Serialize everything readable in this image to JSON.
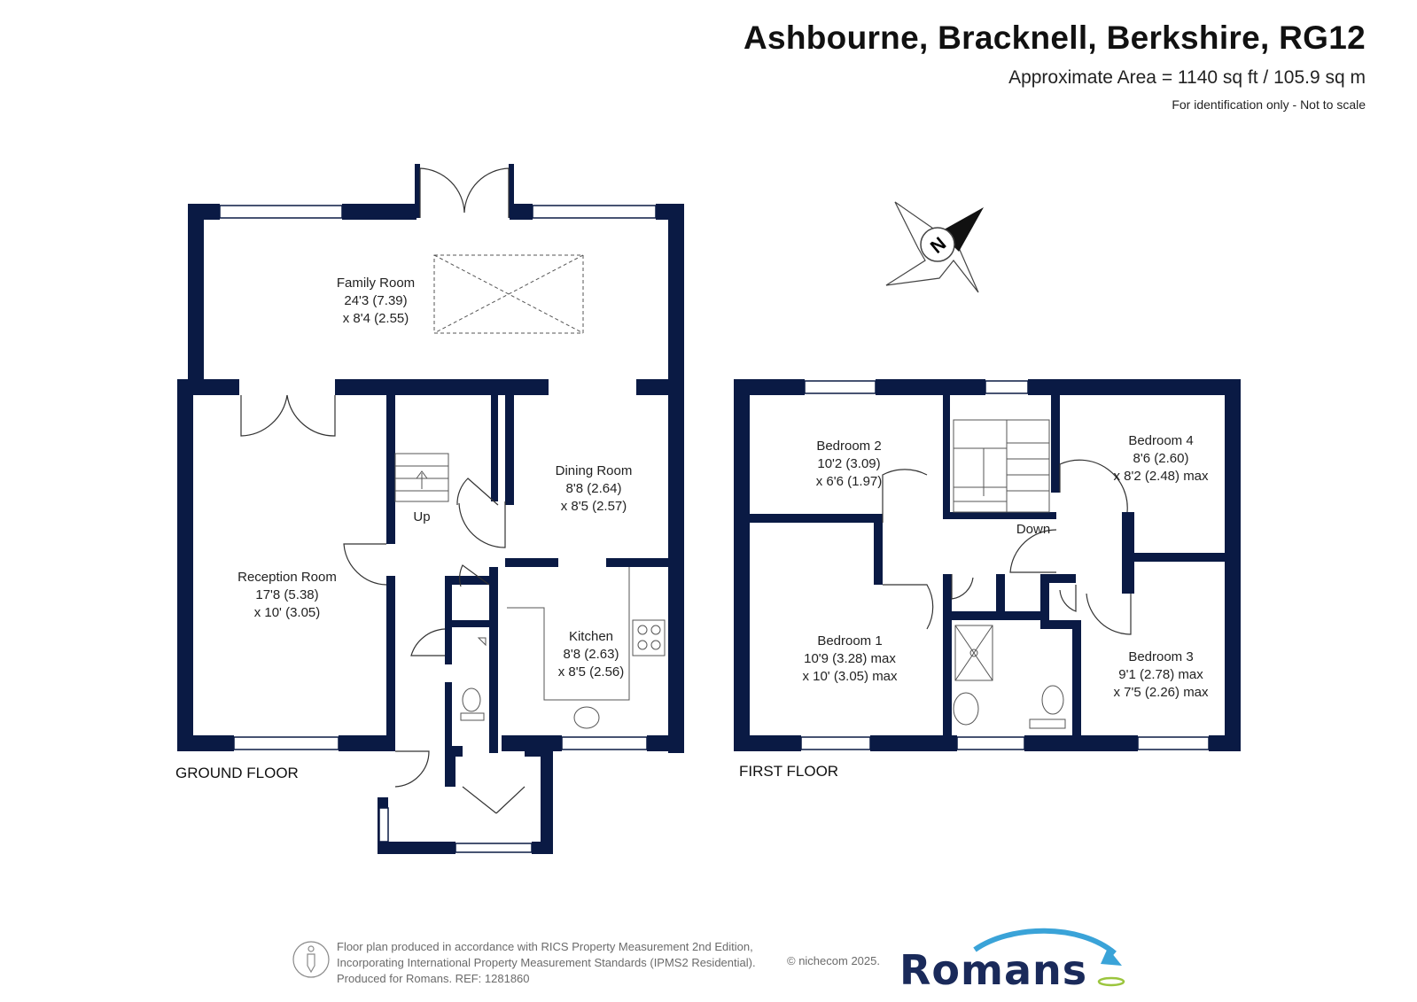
{
  "header": {
    "title": "Ashbourne, Bracknell, Berkshire, RG12",
    "area": "Approximate Area = 1140 sq ft / 105.9 sq m",
    "note": "For identification only - Not to scale"
  },
  "compass": {
    "letter": "N"
  },
  "ground_floor": {
    "label": "GROUND FLOOR",
    "rooms": [
      {
        "lines": [
          "Family Room",
          "24'3 (7.39)",
          "x 8'4 (2.55)"
        ]
      },
      {
        "lines": [
          "Reception Room",
          "17'8 (5.38)",
          "x 10' (3.05)"
        ]
      },
      {
        "lines": [
          "Dining Room",
          "8'8 (2.64)",
          "x 8'5 (2.57)"
        ]
      },
      {
        "lines": [
          "Kitchen",
          "8'8 (2.63)",
          "x 8'5 (2.56)"
        ]
      }
    ],
    "stairs_label": "Up"
  },
  "first_floor": {
    "label": "FIRST FLOOR",
    "rooms": [
      {
        "lines": [
          "Bedroom 2",
          "10'2 (3.09)",
          "x 6'6 (1.97)"
        ]
      },
      {
        "lines": [
          "Bedroom 4",
          "8'6 (2.60)",
          "x 8'2 (2.48) max"
        ]
      },
      {
        "lines": [
          "Bedroom 1",
          "10'9 (3.28) max",
          "x 10' (3.05) max"
        ]
      },
      {
        "lines": [
          "Bedroom 3",
          "9'1 (2.78) max",
          "x 7'5 (2.26) max"
        ]
      }
    ],
    "stairs_label": "Down"
  },
  "footer": {
    "line1": "Floor plan produced in accordance with RICS Property Measurement 2nd Edition,",
    "line2": "Incorporating International Property Measurement Standards (IPMS2 Residential).",
    "line3": "Produced for Romans.   REF: 1281860",
    "copyright": "© nichecom 2025.",
    "brand": "Romans"
  },
  "colors": {
    "wall": "#0a1a44",
    "brand": "#1a2a5a",
    "accent": "#3aa3d8",
    "logo_green": "#9bc53d"
  }
}
